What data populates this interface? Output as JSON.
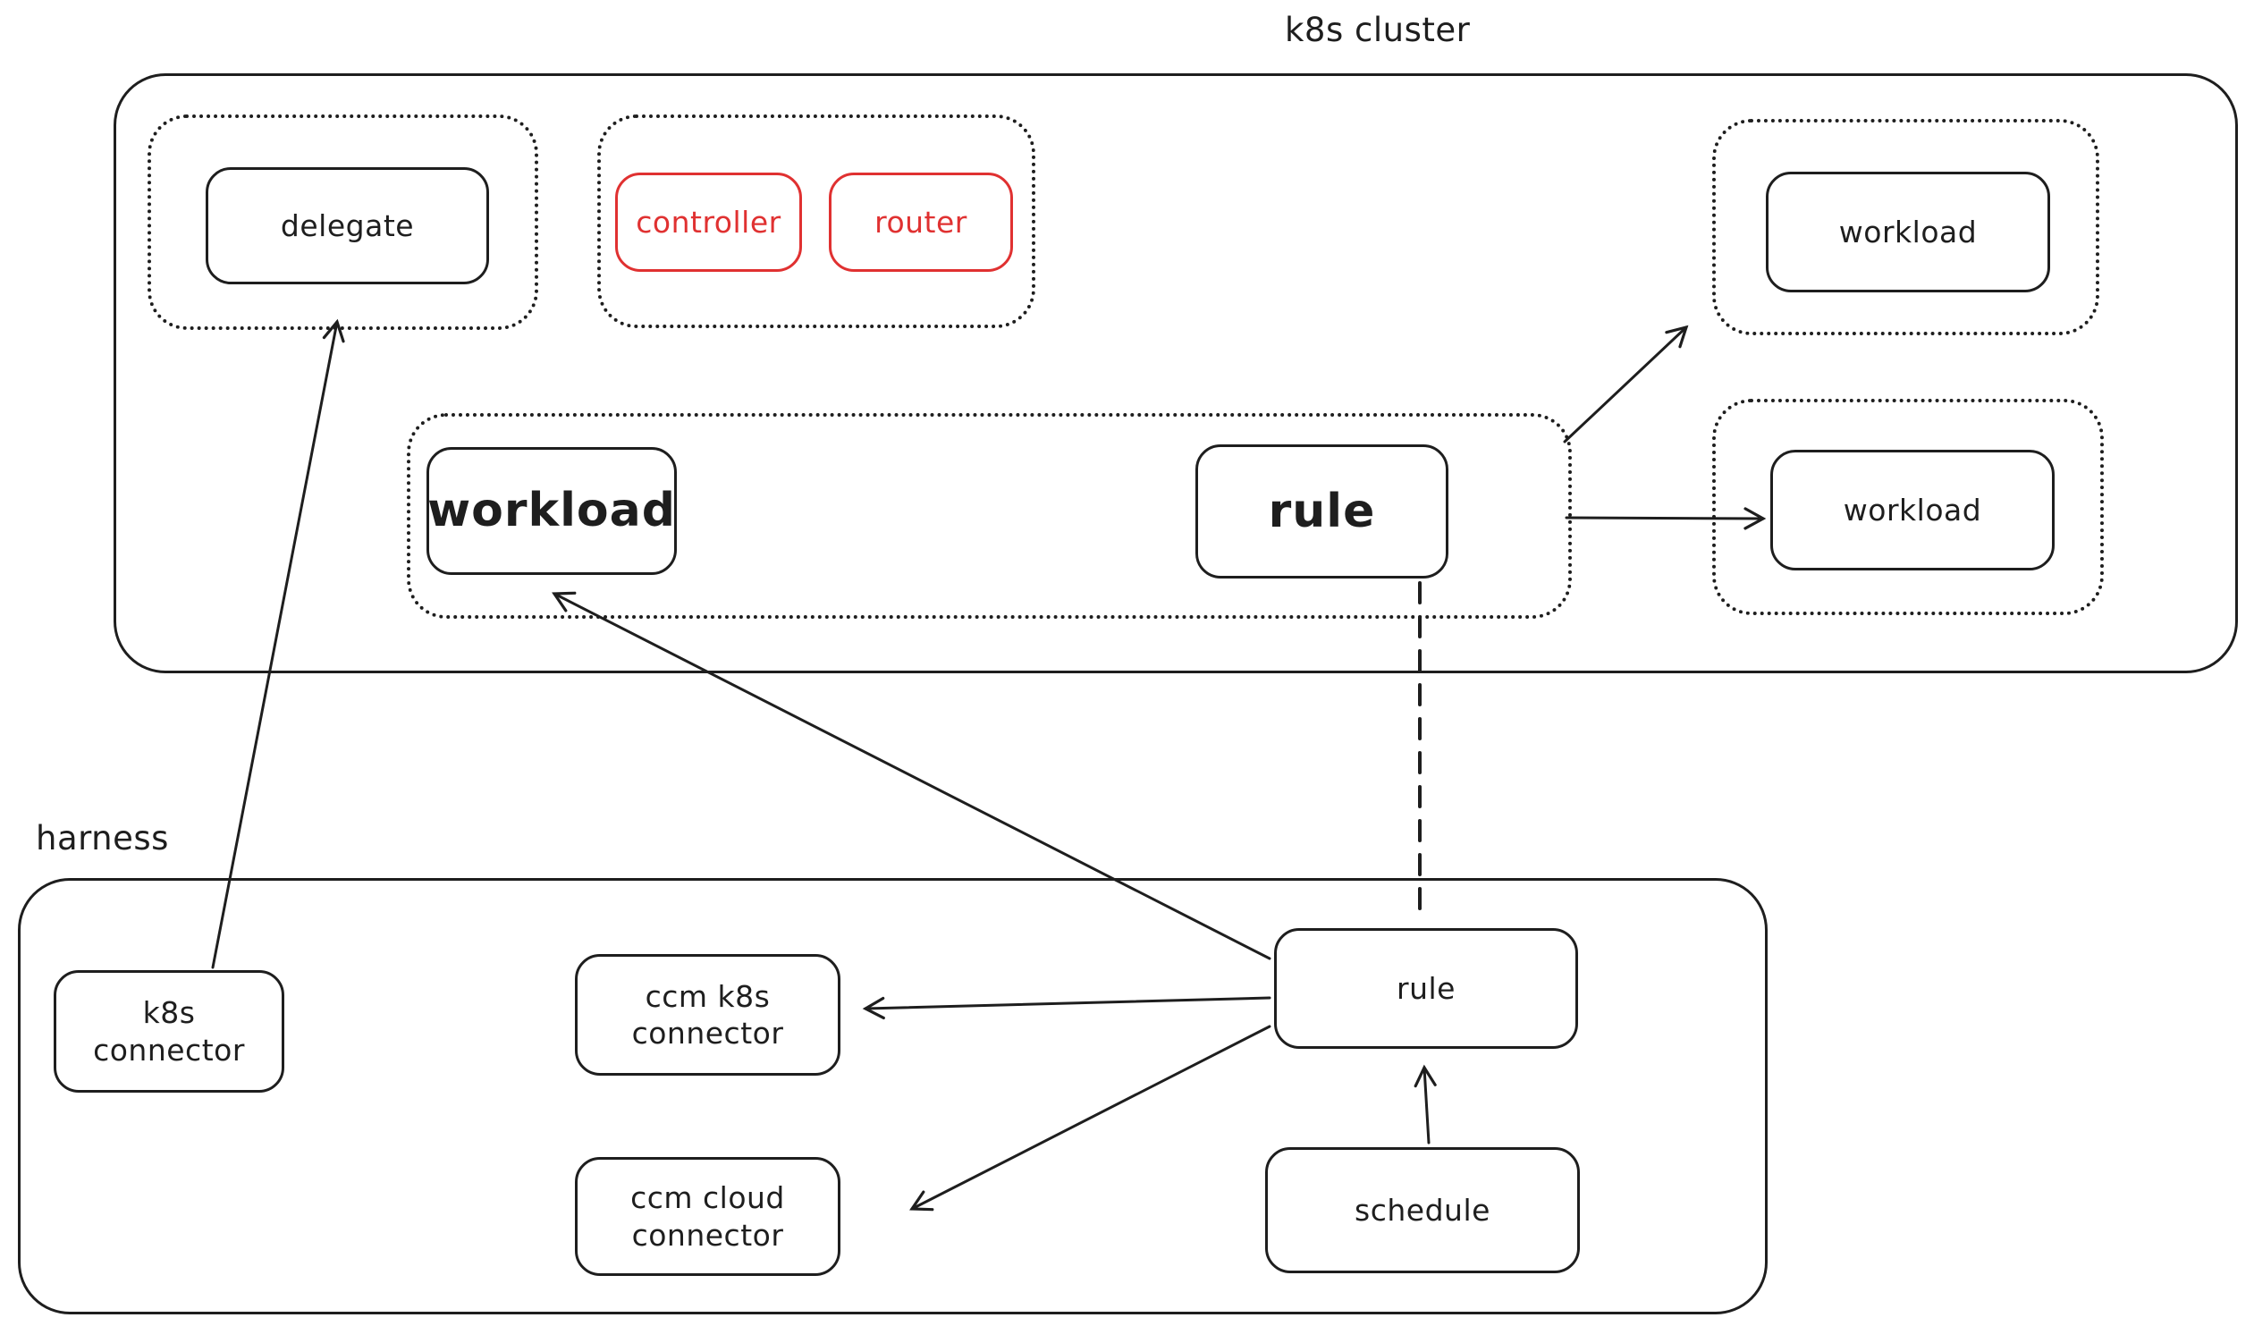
{
  "labels": {
    "cluster": "k8s cluster",
    "harness": "harness"
  },
  "nodes": {
    "delegate": "delegate",
    "controller": "controller",
    "router": "router",
    "workload_top": "workload",
    "workload_mid": "workload",
    "workload_main": "workload",
    "rule_main": "rule",
    "k8s_connector": "k8s connector",
    "ccm_k8s_connector": "ccm k8s connector",
    "ccm_cloud_connector": "ccm cloud connector",
    "rule_harness": "rule",
    "schedule": "schedule"
  },
  "colors": {
    "stroke": "#1e1e1e",
    "accent_red": "#e03131",
    "background": "#ffffff"
  },
  "edges": [
    {
      "from": "k8s_connector",
      "to": "delegate",
      "style": "solid-arrow"
    },
    {
      "from": "rule_harness",
      "to": "workload_main",
      "style": "solid-arrow"
    },
    {
      "from": "rule_harness",
      "to": "ccm_k8s_connector",
      "style": "solid-arrow"
    },
    {
      "from": "rule_harness",
      "to": "ccm_cloud_connector",
      "style": "solid-arrow"
    },
    {
      "from": "schedule",
      "to": "rule_harness",
      "style": "solid-arrow"
    },
    {
      "from": "rule_main",
      "to": "rule_harness",
      "style": "dashed-line"
    },
    {
      "from": "rule_main",
      "to": "workload_top",
      "style": "solid-arrow"
    },
    {
      "from": "rule_main",
      "to": "workload_mid",
      "style": "solid-arrow"
    }
  ]
}
